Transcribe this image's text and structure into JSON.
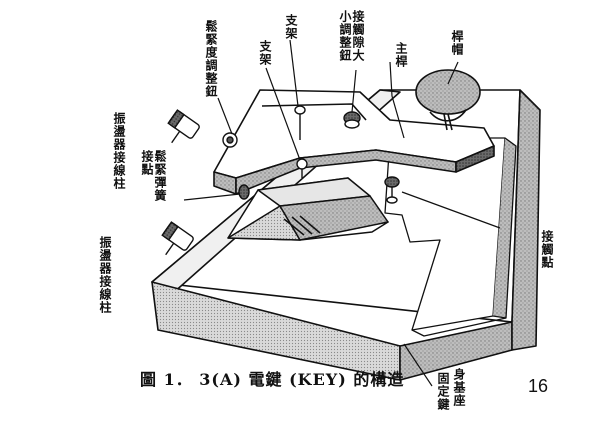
{
  "labels": {
    "cap": "桿帽",
    "main_lever": "主桿",
    "contact_gap_adjust": "接觸隙大小調整鈕",
    "support_1": "支架",
    "support_2": "支架",
    "tension_adjust": "鬆緊度調整鈕",
    "oscillator_terminal_1": "振盪器接線柱",
    "spring_contact": "鬆緊彈簧接點",
    "oscillator_terminal_2": "振盪器接線柱",
    "contact_point": "接觸點",
    "base": "身基座",
    "fixed_key": "固定鍵"
  },
  "caption": "圖 1． 3(A) 電鍵 (KEY) 的構造",
  "page_number": "16"
}
